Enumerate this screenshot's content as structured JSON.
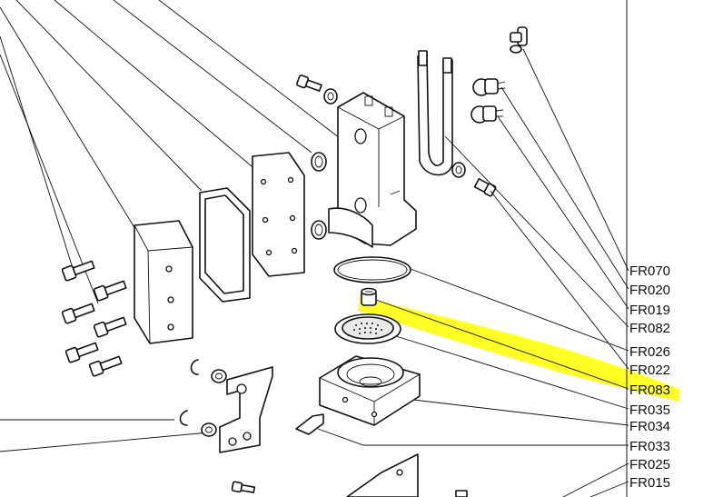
{
  "labels": [
    {
      "id": "fr070",
      "text": "FR070"
    },
    {
      "id": "fr020",
      "text": "FR020"
    },
    {
      "id": "fr019",
      "text": "FR019"
    },
    {
      "id": "fr082",
      "text": "FR082"
    },
    {
      "id": "fr026",
      "text": "FR026"
    },
    {
      "id": "fr022",
      "text": "FR022"
    },
    {
      "id": "fr083",
      "text": "FR083"
    },
    {
      "id": "fr035",
      "text": "FR035"
    },
    {
      "id": "fr034",
      "text": "FR034"
    },
    {
      "id": "fr033",
      "text": "FR033"
    },
    {
      "id": "fr025",
      "text": "FR025"
    },
    {
      "id": "fr015",
      "text": "FR015"
    }
  ],
  "highlight": {
    "label": "FR083",
    "color": "#ffff00"
  },
  "colors": {
    "line": "#111111",
    "background": "#ffffff"
  }
}
